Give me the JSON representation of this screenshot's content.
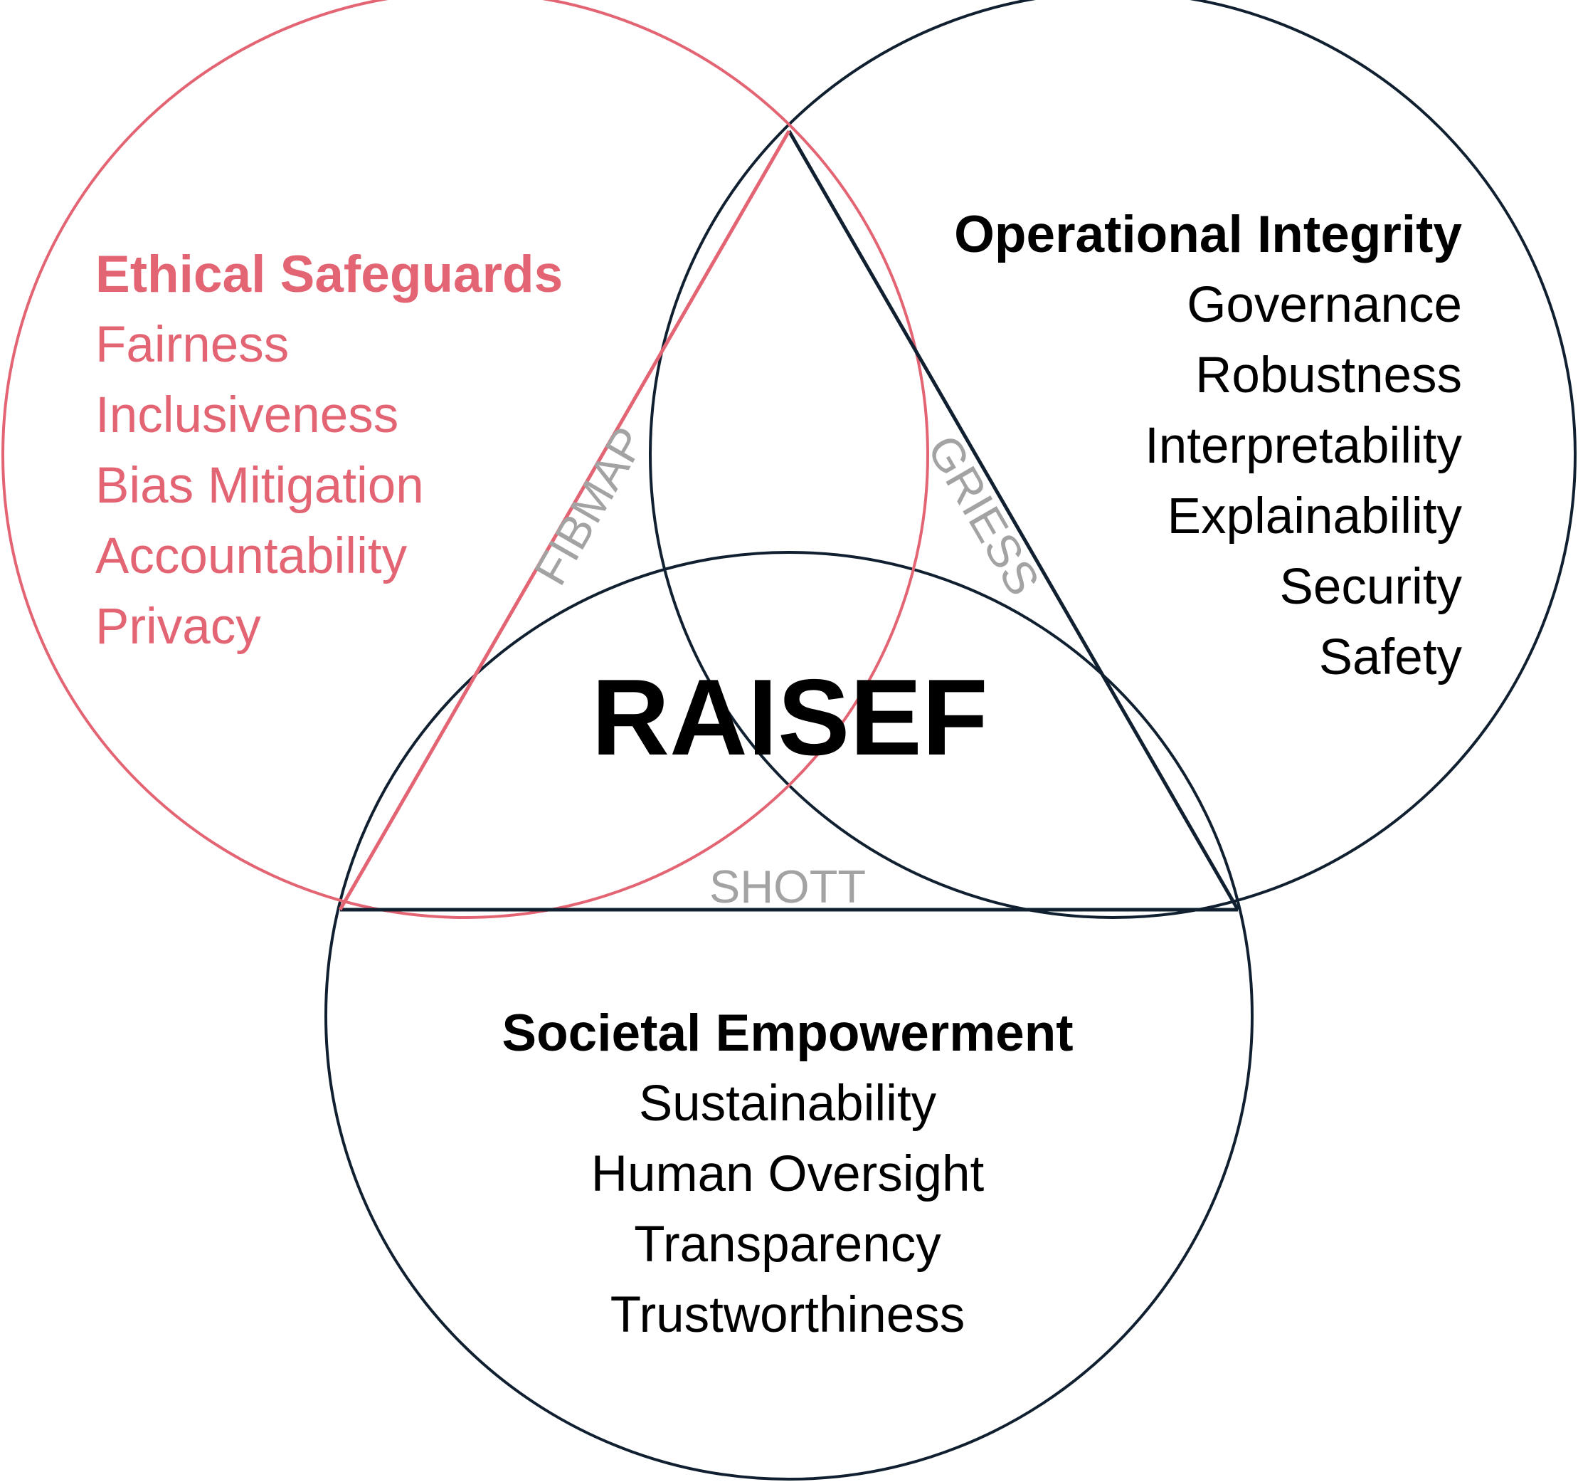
{
  "center_title": "RAISEF",
  "colors": {
    "ethical": "#e36473",
    "dark": "#102030",
    "edge_label": "#a3a3a3",
    "text": "#000000",
    "background": "#ffffff"
  },
  "pillars": {
    "ethical": {
      "title": "Ethical Safeguards",
      "items": [
        "Fairness",
        "Inclusiveness",
        "Bias Mitigation",
        "Accountability",
        "Privacy"
      ]
    },
    "operational": {
      "title": "Operational Integrity",
      "items": [
        "Governance",
        "Robustness",
        "Interpretability",
        "Explainability",
        "Security",
        "Safety"
      ]
    },
    "societal": {
      "title": "Societal Empowerment",
      "items": [
        "Sustainability",
        "Human Oversight",
        "Transparency",
        "Trustworthiness"
      ]
    }
  },
  "edges": {
    "left": "FIBMAP",
    "right": "GRIESS",
    "bottom": "SHOTT"
  }
}
